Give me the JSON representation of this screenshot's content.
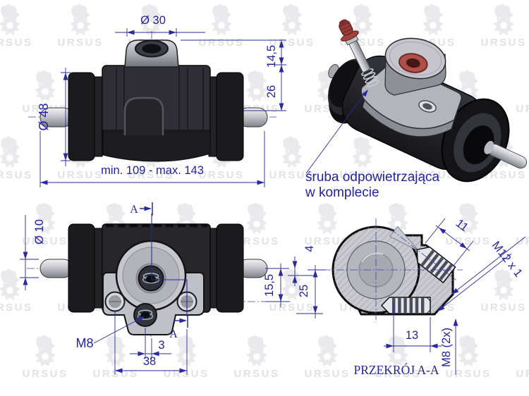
{
  "watermark": {
    "label": "URSUS",
    "color": "#eaeaed"
  },
  "colors": {
    "dimension_navy": "#2a2a9c",
    "part_outline": "#111111",
    "body_dark": "#232327",
    "metal_light": "#d8d8dc",
    "section_fill": "#c9c9cf",
    "red_accent": "#ae4f4a",
    "watermark_gray": "#e6e6ea"
  },
  "labels": {
    "dia30": "Ø 30",
    "h145": "14,5",
    "h26": "26",
    "dia48": "Ø 48",
    "range": "min. 109 - max. 143",
    "note1": "śruba odpowietrzająca",
    "note2": "w komplecie",
    "dia10": "Ø 10",
    "a_mark": "A",
    "m8": "M8",
    "d3": "3",
    "d38": "38",
    "h155": "15,5",
    "h4": "4",
    "h25": "25",
    "d11": "11",
    "m12": "M12 x 1",
    "d13": "13",
    "m8_2x": "M8 (2x)",
    "section_title": "PRZEKRÓJ A-A"
  }
}
